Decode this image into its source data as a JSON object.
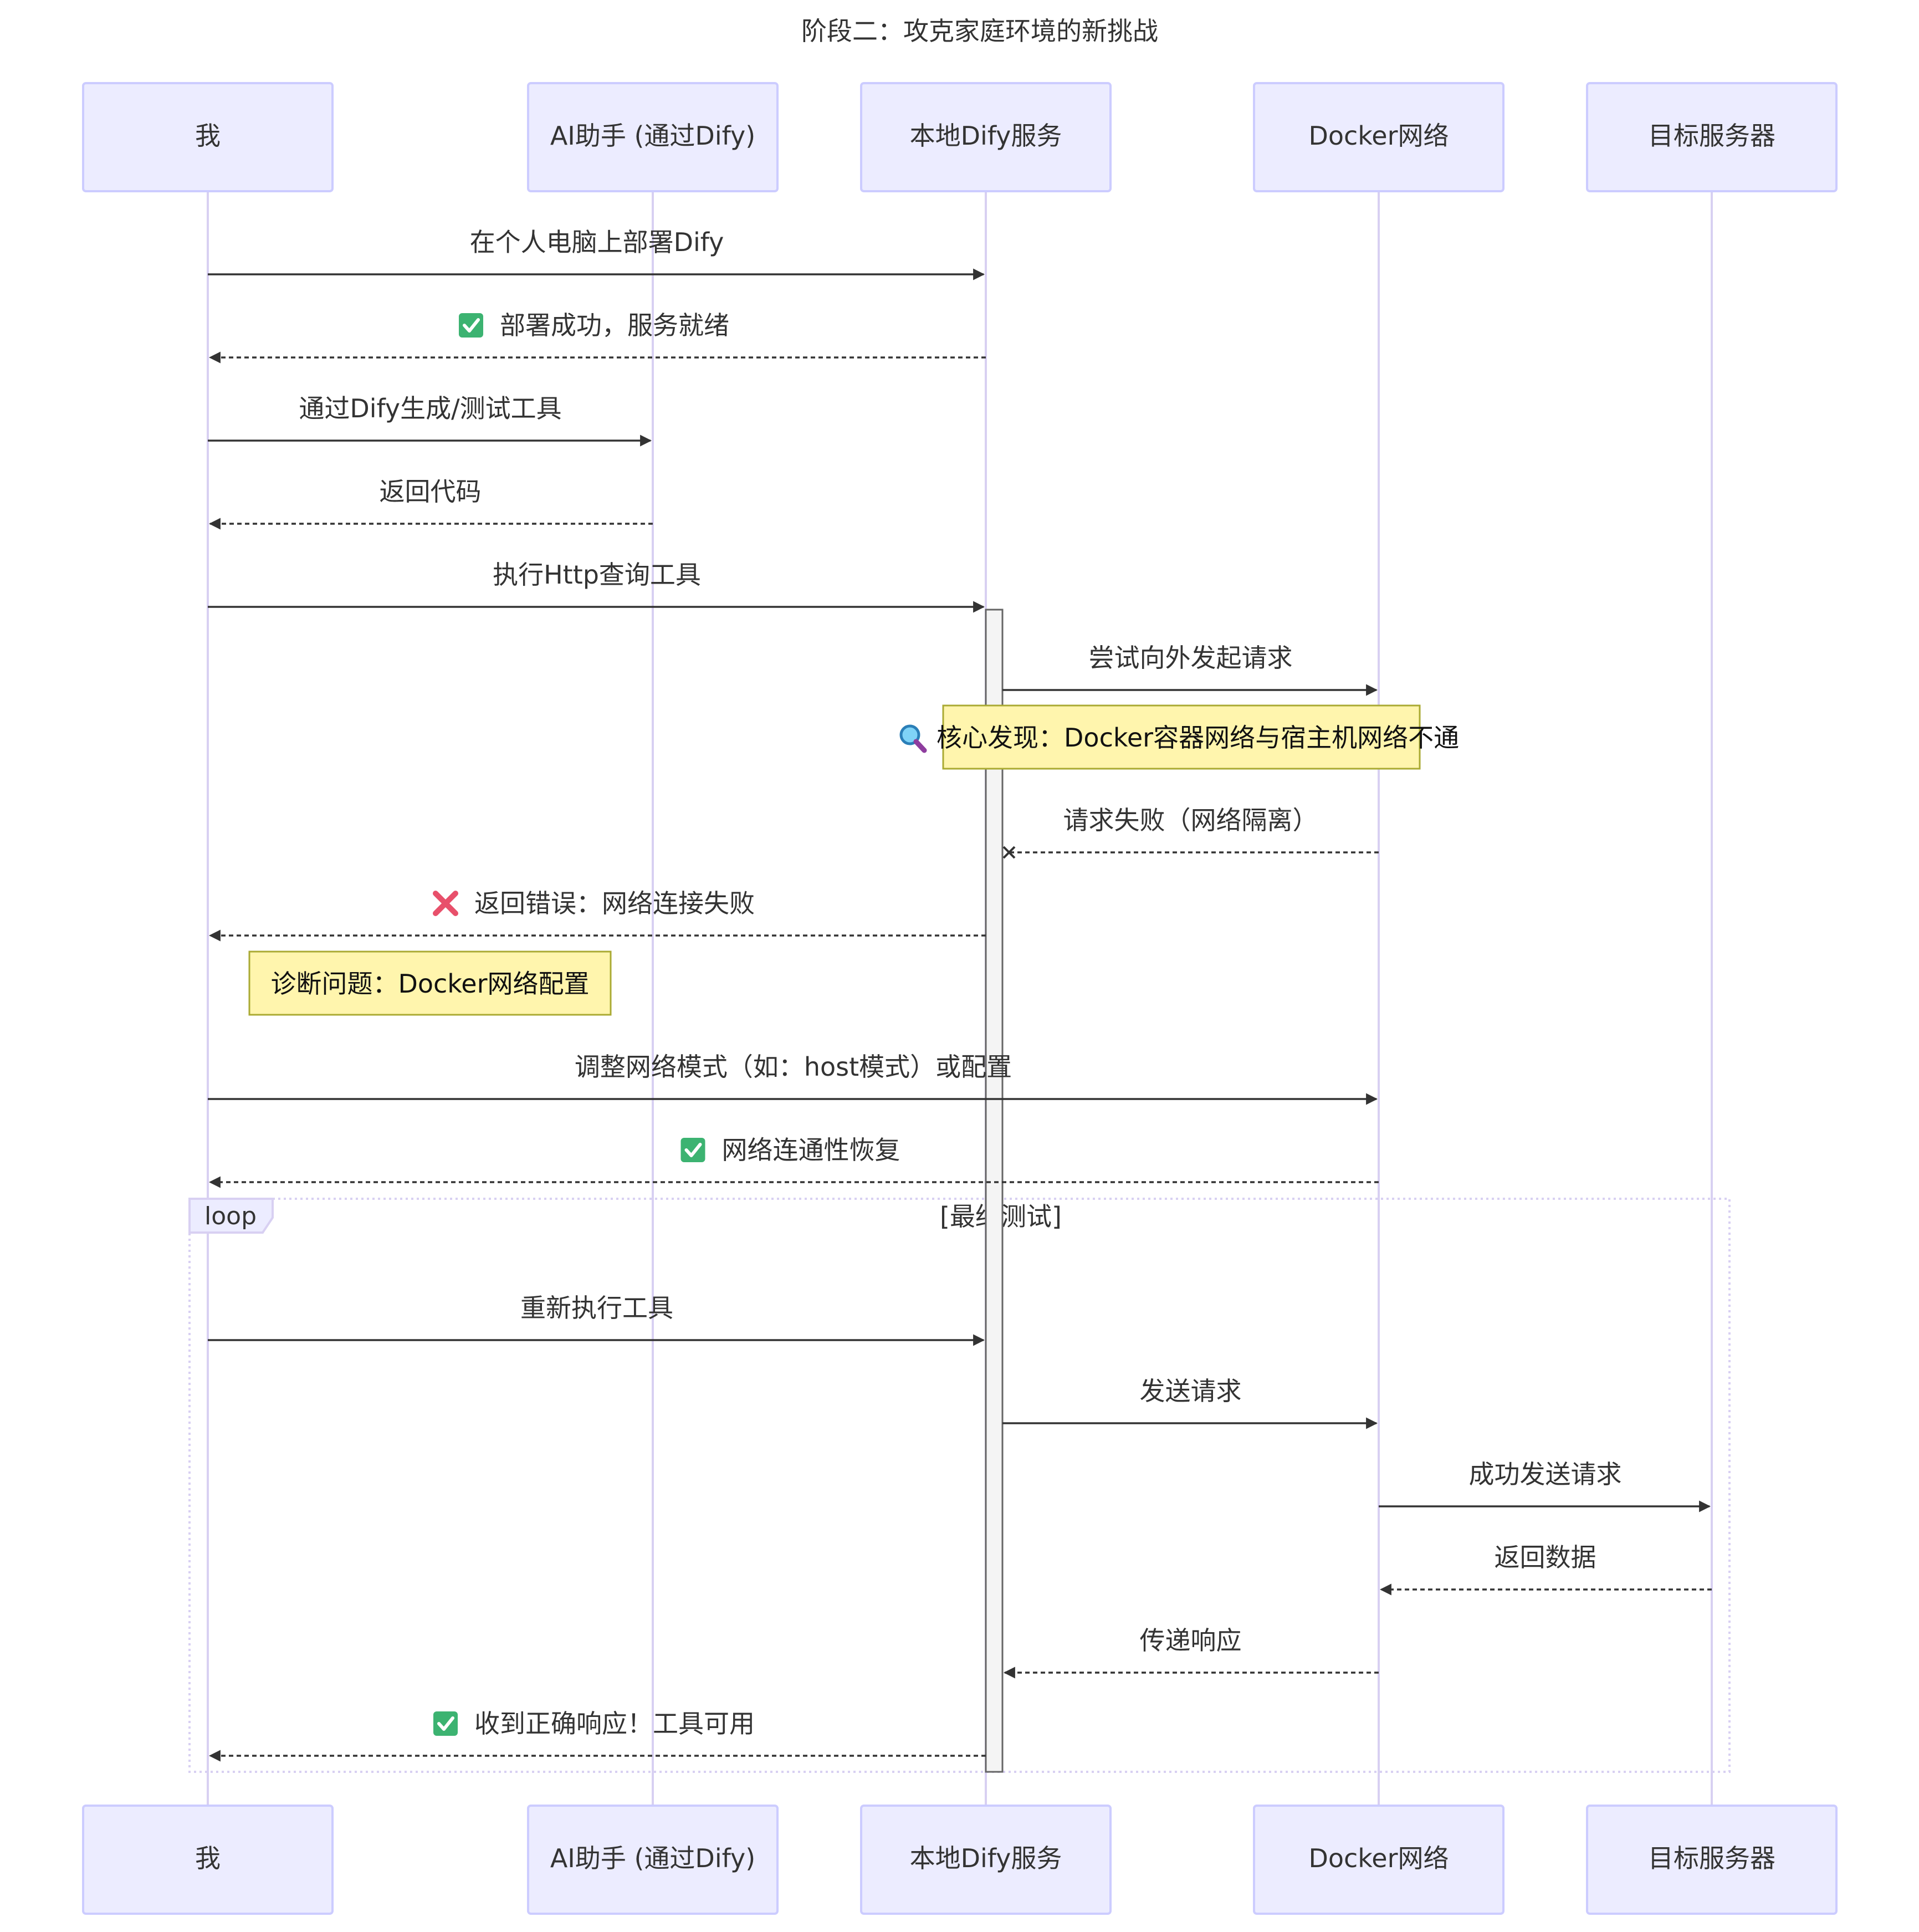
{
  "title": "阶段二：攻克家庭环境的新挑战",
  "participants": [
    {
      "id": "me",
      "label": "我"
    },
    {
      "id": "ai",
      "label": "AI助手 (通过Dify)"
    },
    {
      "id": "dify",
      "label": "本地Dify服务"
    },
    {
      "id": "docker",
      "label": "Docker网络"
    },
    {
      "id": "target",
      "label": "目标服务器"
    }
  ],
  "messages": [
    {
      "from": "me",
      "to": "dify",
      "style": "solid",
      "head": "arrow",
      "label": "在个人电脑上部署Dify"
    },
    {
      "from": "dify",
      "to": "me",
      "style": "dashed",
      "head": "arrow",
      "icon": "check-icon",
      "label": "部署成功，服务就绪"
    },
    {
      "from": "me",
      "to": "ai",
      "style": "solid",
      "head": "arrow",
      "label": "通过Dify生成/测试工具"
    },
    {
      "from": "ai",
      "to": "me",
      "style": "dashed",
      "head": "arrow",
      "label": "返回代码"
    },
    {
      "from": "me",
      "to": "dify",
      "style": "solid",
      "head": "arrow",
      "label": "执行Http查询工具"
    },
    {
      "from": "dify",
      "to": "docker",
      "style": "solid",
      "head": "arrow",
      "label": "尝试向外发起请求"
    },
    {
      "from": "docker",
      "to": "dify",
      "style": "dashed",
      "head": "cross",
      "label": "请求失败（网络隔离）"
    },
    {
      "from": "dify",
      "to": "me",
      "style": "dashed",
      "head": "arrow",
      "icon": "cross-icon",
      "label": "返回错误：网络连接失败"
    },
    {
      "from": "me",
      "to": "docker",
      "style": "solid",
      "head": "arrow",
      "label": "调整网络模式（如：host模式）或配置"
    },
    {
      "from": "docker",
      "to": "me",
      "style": "dashed",
      "head": "arrow",
      "icon": "check-icon",
      "label": "网络连通性恢复"
    },
    {
      "from": "me",
      "to": "dify",
      "style": "solid",
      "head": "arrow",
      "label": "重新执行工具"
    },
    {
      "from": "dify",
      "to": "docker",
      "style": "solid",
      "head": "arrow",
      "label": "发送请求"
    },
    {
      "from": "docker",
      "to": "target",
      "style": "solid",
      "head": "arrow",
      "label": "成功发送请求"
    },
    {
      "from": "target",
      "to": "docker",
      "style": "dashed",
      "head": "arrow",
      "label": "返回数据"
    },
    {
      "from": "docker",
      "to": "dify",
      "style": "dashed",
      "head": "arrow",
      "label": "传递响应"
    },
    {
      "from": "dify",
      "to": "me",
      "style": "dashed",
      "head": "arrow",
      "icon": "check-icon",
      "label": "收到正确响应！工具可用"
    }
  ],
  "notes": [
    {
      "icon": "magnifier-icon",
      "label": "核心发现：Docker容器网络与宿主机网络不通"
    },
    {
      "label": "诊断问题：Docker网络配置"
    }
  ],
  "loop": {
    "keyword": "loop",
    "label": "[最终测试]"
  },
  "colors": {
    "actor_fill": "#ECECFF",
    "actor_stroke": "#CCCCFF",
    "lifeline": "#D8D0F2",
    "line": "#333333",
    "note_fill": "#FFF5AD",
    "note_stroke": "#AAAA33",
    "activation_fill": "#F4F4F4",
    "activation_stroke": "#666666",
    "check_icon": "#3CB371",
    "cross_icon": "#E8506B"
  }
}
